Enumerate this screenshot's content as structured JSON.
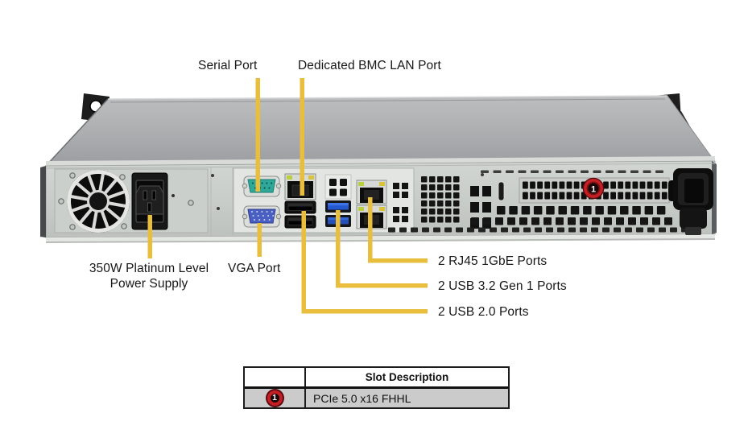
{
  "diagram": {
    "callouts": {
      "serial": "Serial Port",
      "bmc": "Dedicated BMC LAN Port",
      "psu_line1": "350W Platinum Level",
      "psu_line2": "Power Supply",
      "vga": "VGA Port",
      "rj45": "2 RJ45 1GbE Ports",
      "usb32": "2 USB 3.2 Gen 1 Ports",
      "usb20": "2 USB 2.0 Ports"
    },
    "slot_marker": "1",
    "colors": {
      "leader_yellow": "#E9BE3C",
      "badge_red": "#C21F25"
    }
  },
  "table": {
    "header_slot": "",
    "header_desc": "Slot Description",
    "row_marker": "1",
    "row_desc": "PCIe 5.0 x16 FHHL"
  }
}
